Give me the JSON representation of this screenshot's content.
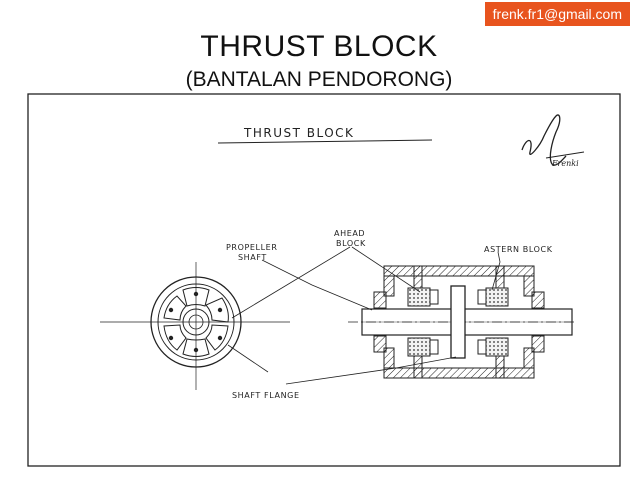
{
  "header": {
    "email": "frenk.fr1@gmail.com",
    "title": "THRUST BLOCK",
    "subtitle": "(BANTALAN PENDORONG)"
  },
  "drawing": {
    "heading": "THRUST    BLOCK",
    "signature": "Frenki",
    "labels": {
      "propeller_shaft_1": "PROPELLER",
      "propeller_shaft_2": "SHAFT",
      "ahead_block_1": "AHEAD",
      "ahead_block_2": "BLOCK",
      "astern_block": "ASTERN  BLOCK",
      "shaft_flange": "SHAFT  FLANGE"
    }
  },
  "colors": {
    "badge": "#e8541e",
    "ink": "#222222"
  }
}
